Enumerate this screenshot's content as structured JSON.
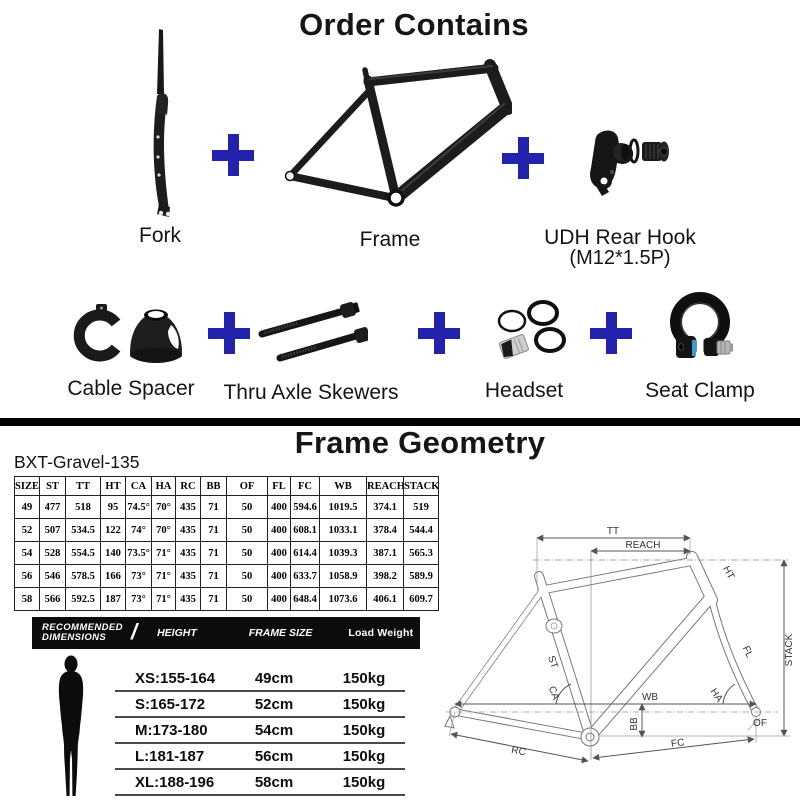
{
  "order": {
    "title": "Order Contains",
    "row1": [
      {
        "label": "Fork"
      },
      {
        "label": "Frame"
      },
      {
        "label": "UDH Rear Hook",
        "sublabel": "(M12*1.5P)"
      }
    ],
    "row2": [
      {
        "label": "Cable Spacer"
      },
      {
        "label": "Thru Axle Skewers"
      },
      {
        "label": "Headset"
      },
      {
        "label": "Seat Clamp"
      }
    ]
  },
  "geometry": {
    "title": "Frame Geometry",
    "model": "BXT-Gravel-135",
    "table": {
      "headers": [
        "SIZE",
        "ST",
        "TT",
        "HT",
        "CA",
        "HA",
        "RC",
        "BB",
        "OF",
        "FL",
        "FC",
        "WB",
        "REACH",
        "STACK"
      ],
      "rows": [
        [
          "49",
          "477",
          "518",
          "95",
          "74.5°",
          "70°",
          "435",
          "71",
          "50",
          "400",
          "594.6",
          "1019.5",
          "374.1",
          "519"
        ],
        [
          "52",
          "507",
          "534.5",
          "122",
          "74°",
          "70°",
          "435",
          "71",
          "50",
          "400",
          "608.1",
          "1033.1",
          "378.4",
          "544.4"
        ],
        [
          "54",
          "528",
          "554.5",
          "140",
          "73.5°",
          "71°",
          "435",
          "71",
          "50",
          "400",
          "614.4",
          "1039.3",
          "387.1",
          "565.3"
        ],
        [
          "56",
          "546",
          "578.5",
          "166",
          "73°",
          "71°",
          "435",
          "71",
          "50",
          "400",
          "633.7",
          "1058.9",
          "398.2",
          "589.9"
        ],
        [
          "58",
          "566",
          "592.5",
          "187",
          "73°",
          "71°",
          "435",
          "71",
          "50",
          "400",
          "648.4",
          "1073.6",
          "406.1",
          "609.7"
        ]
      ]
    },
    "recommend": {
      "header_left_line1": "RECOMMENDED",
      "header_left_line2": "DIMENSIONS",
      "slash": "/",
      "col_height": "HEIGHT",
      "col_frame_size": "FRAME SIZE",
      "col_load": "Load Weight",
      "rows": [
        {
          "height": "XS:155-164",
          "size": "49cm",
          "load": "150kg"
        },
        {
          "height": "S:165-172",
          "size": "52cm",
          "load": "150kg"
        },
        {
          "height": "M:173-180",
          "size": "54cm",
          "load": "150kg"
        },
        {
          "height": "L:181-187",
          "size": "56cm",
          "load": "150kg"
        },
        {
          "height": "XL:188-196",
          "size": "58cm",
          "load": "150kg"
        }
      ]
    },
    "diagram": {
      "tt": "TT",
      "reach": "REACH",
      "ht": "HT",
      "fl": "FL",
      "stack": "STACK",
      "ha": "HA",
      "of": "OF",
      "fc": "FC",
      "rc": "RC",
      "bb": "BB",
      "wb": "WB",
      "ca": "CA",
      "st": "ST"
    }
  },
  "colors": {
    "plus_blue": "#2222ad",
    "bar_black": "#0c0c0c",
    "divider_black": "#000000",
    "clamp_accent": "#2f9fd0"
  }
}
